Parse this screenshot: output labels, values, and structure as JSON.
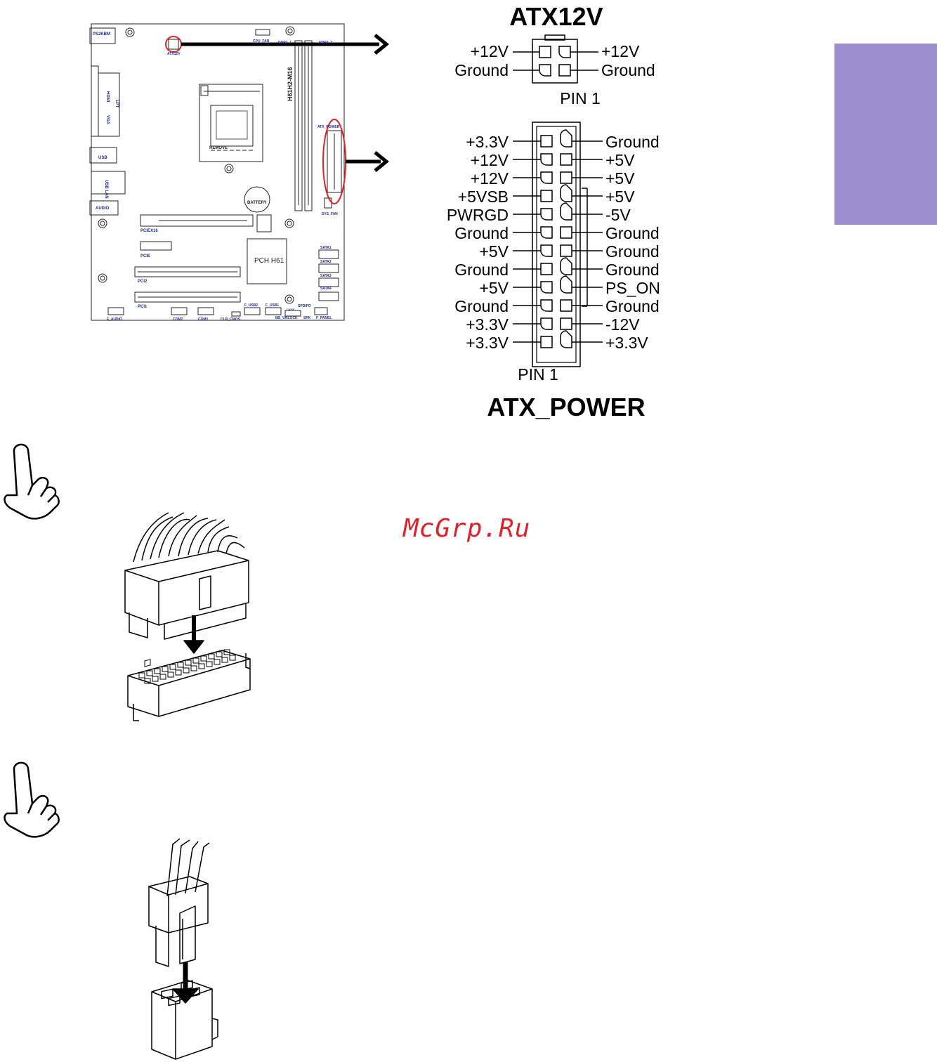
{
  "side_tab": {
    "color": "#9a8ecf"
  },
  "board": {
    "model": "H61H2-M16",
    "labels": {
      "ps2": "PS2KBM",
      "hdmi": "HDMI",
      "lpt": "LPT",
      "vga": "VGA",
      "usb": "USB",
      "usb_lan": "USB LAN",
      "audio": "AUDIO",
      "atx12v": "ATX12V",
      "cpu_fan": "CPU_FAN",
      "ddr3_1": "DDR3_1",
      "ddr3_2": "DDR3_2",
      "atx_power": "ATX_POWER",
      "remove": "REMOVE",
      "battery": "BATTERY",
      "sys_fan": "SYS_FAN",
      "pciex16": "PCIEX16",
      "pcie": "PCIE",
      "pch": "PCH H61",
      "sata1": "SATA1",
      "sata2": "SATA2",
      "sata3": "SATA3",
      "sata4": "SATA4",
      "pci2": "PCI2",
      "pci1": "PCI1",
      "f_audio": "F_AUDIO",
      "com2": "COM2",
      "com1": "COM1",
      "clr_cmos": "CLR_CMOS",
      "f_usb2": "F_USB2",
      "f_usb1": "F_USB1",
      "me_unlock": "ME_UNLOCK",
      "case": "CASE",
      "spk": "SPK",
      "spdifo": "SPDIFO",
      "f_panel": "F_PANEL"
    },
    "highlight_color": "#d9242d"
  },
  "atx12v": {
    "title": "ATX12V",
    "pin1": "PIN 1",
    "left": [
      "+12V",
      "Ground"
    ],
    "right": [
      "+12V",
      "Ground"
    ]
  },
  "atx_power": {
    "title": "ATX_POWER",
    "pin1": "PIN 1",
    "left": [
      "+3.3V",
      "+12V",
      "+12V",
      "+5VSB",
      "PWRGD",
      "Ground",
      "+5V",
      "Ground",
      "+5V",
      "Ground",
      "+3.3V",
      "+3.3V"
    ],
    "right": [
      "Ground",
      "+5V",
      "+5V",
      "+5V",
      "-5V",
      "Ground",
      "Ground",
      "Ground",
      "PS_ON",
      "Ground",
      "-12V",
      "+3.3V"
    ]
  },
  "watermark": "McGrp.Ru"
}
